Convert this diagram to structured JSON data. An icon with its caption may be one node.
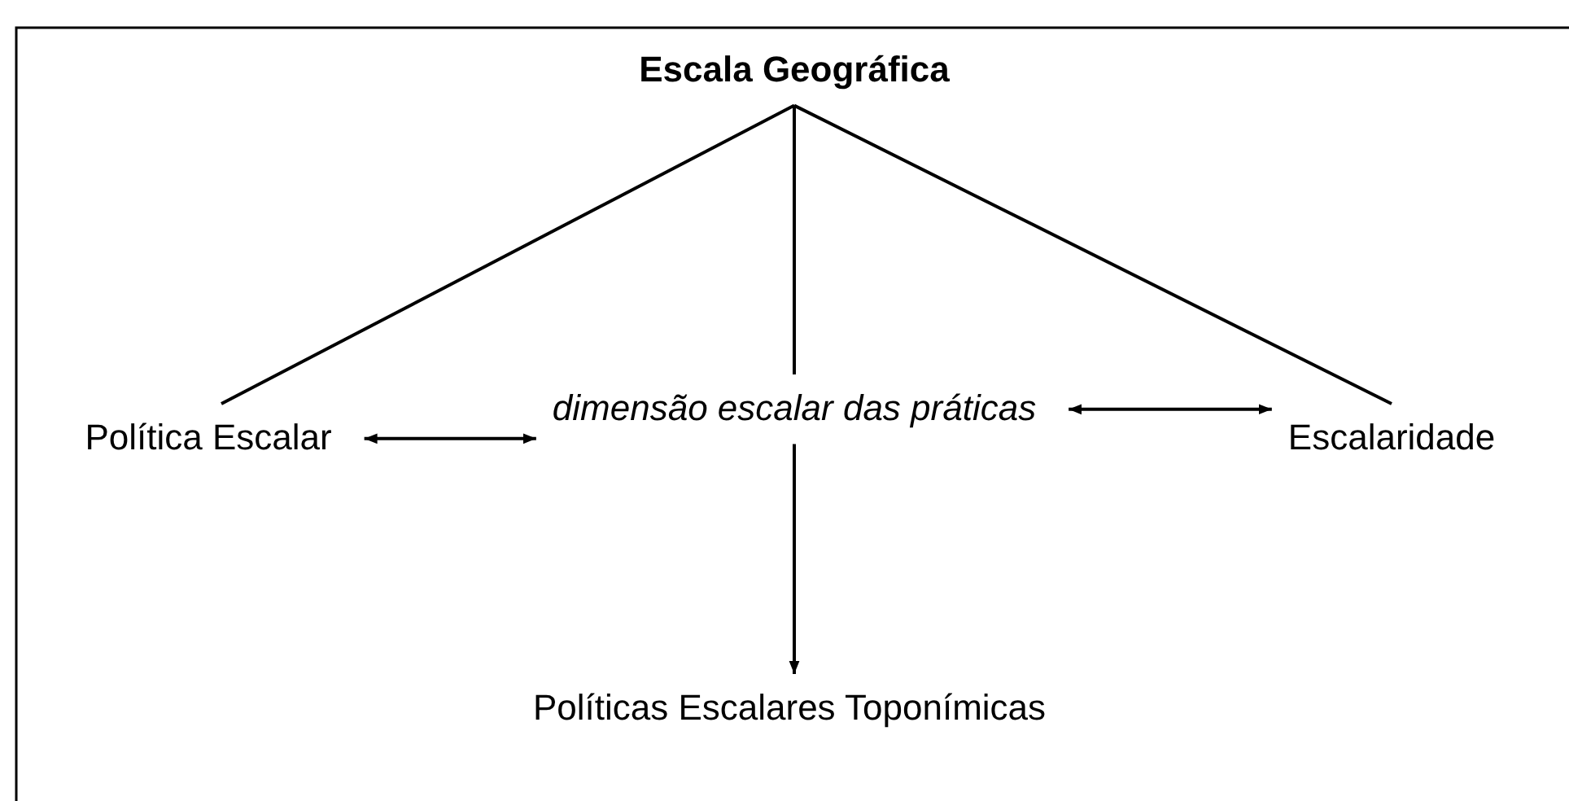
{
  "diagram": {
    "nodes": [
      {
        "text": [
          "Escala Geográfica"
        ]
      },
      {
        "text": [
          "Política Escalar"
        ]
      },
      {
        "text": [
          "dimensão escalar das práticas"
        ]
      },
      {
        "text": [
          "Escalaridade"
        ]
      },
      {
        "text": [
          "Políticas Escalares Toponímicas"
        ]
      }
    ],
    "edges": [
      {
        "from": 0,
        "to": 1,
        "arrow": "none"
      },
      {
        "from": 0,
        "to": 2,
        "arrow": "none"
      },
      {
        "from": 0,
        "to": 3,
        "arrow": "none"
      },
      {
        "from": 1,
        "to": 2,
        "arrow": "both"
      },
      {
        "from": 2,
        "to": 3,
        "arrow": "both"
      },
      {
        "from": 2,
        "to": 4,
        "arrow": "to"
      }
    ]
  }
}
